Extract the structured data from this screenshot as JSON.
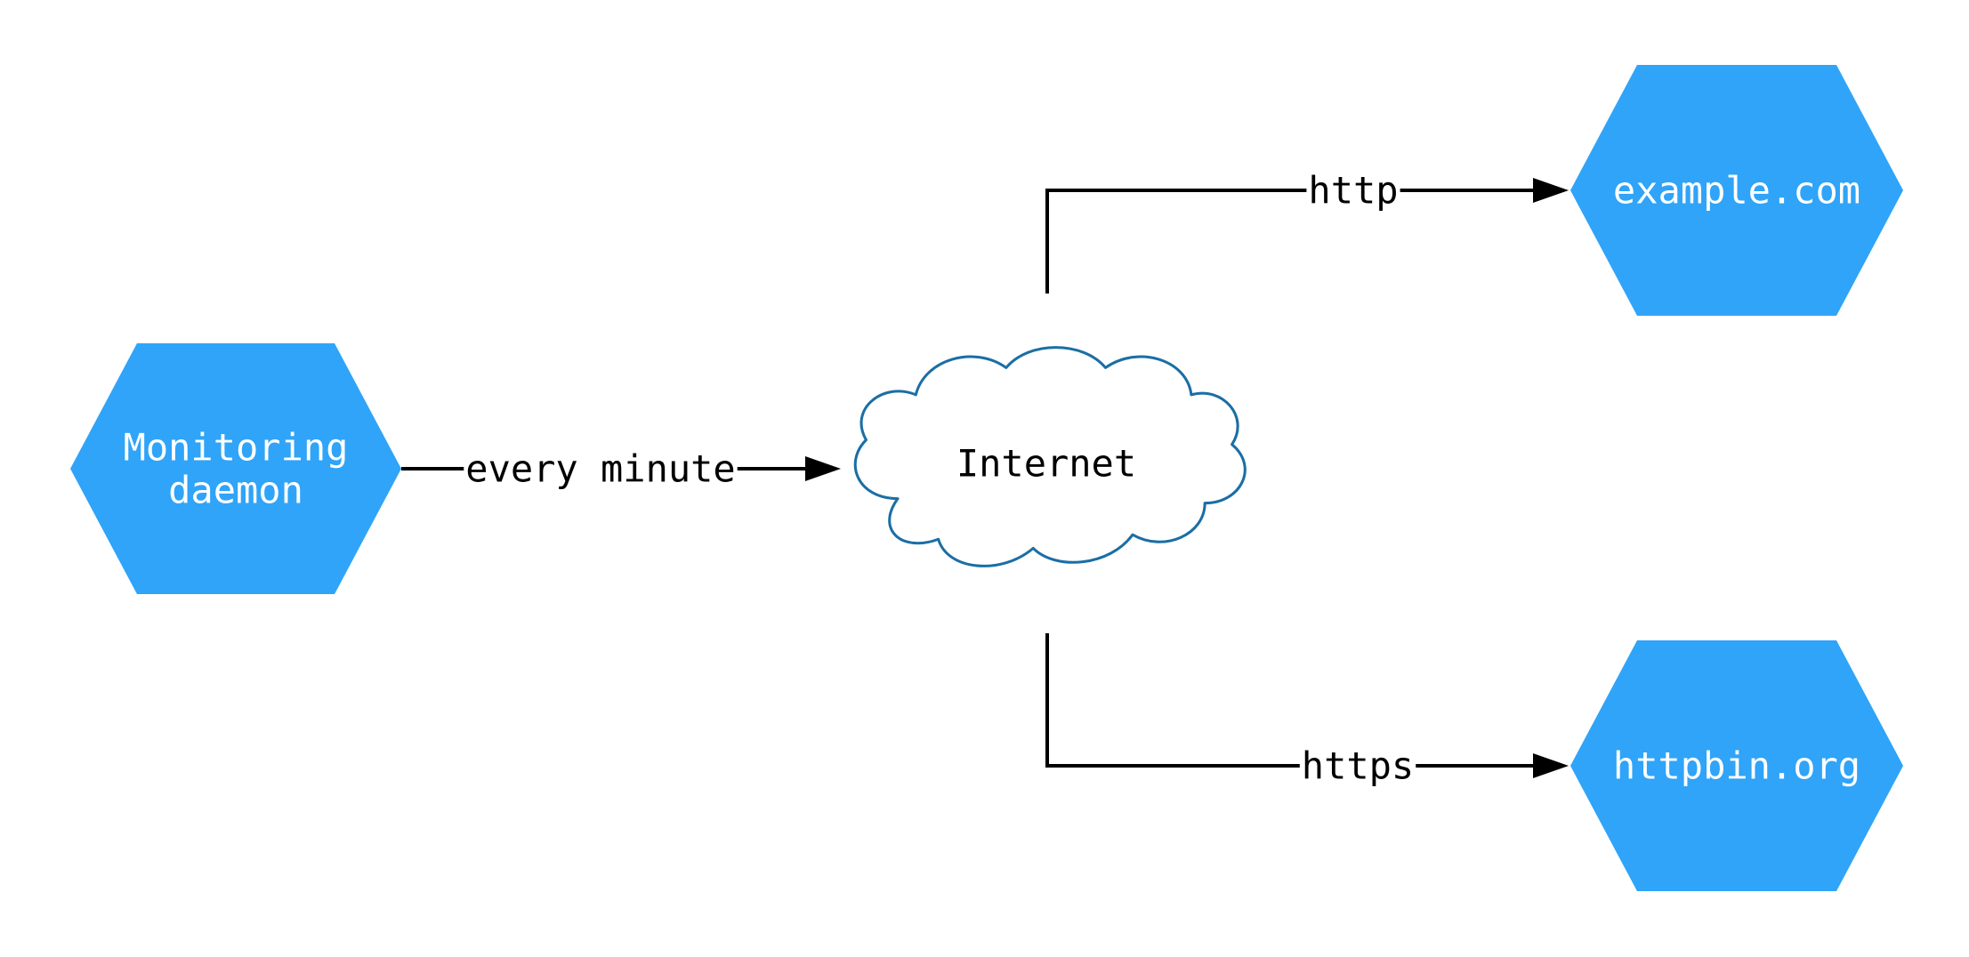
{
  "diagram": {
    "nodes": {
      "monitoring_daemon": {
        "lines": [
          "Monitoring",
          "daemon"
        ]
      },
      "internet": {
        "label": "Internet"
      },
      "example_com": {
        "label": "example.com"
      },
      "httpbin_org": {
        "label": "httpbin.org"
      }
    },
    "edges": {
      "every_minute": {
        "label": "every minute",
        "from": "Monitoring daemon",
        "to": "Internet"
      },
      "http": {
        "label": "http",
        "from": "Internet",
        "to": "example.com"
      },
      "https": {
        "label": "https",
        "from": "Internet",
        "to": "httpbin.org"
      }
    }
  },
  "colors": {
    "node_fill": "#2FA4F9",
    "node_text": "#FFFFFF",
    "cloud_fill": "#FFFFFF",
    "cloud_stroke": "#1A6EA5",
    "edge_color": "#000000",
    "edge_label_text": "#000000",
    "background": "#FFFFFF"
  }
}
